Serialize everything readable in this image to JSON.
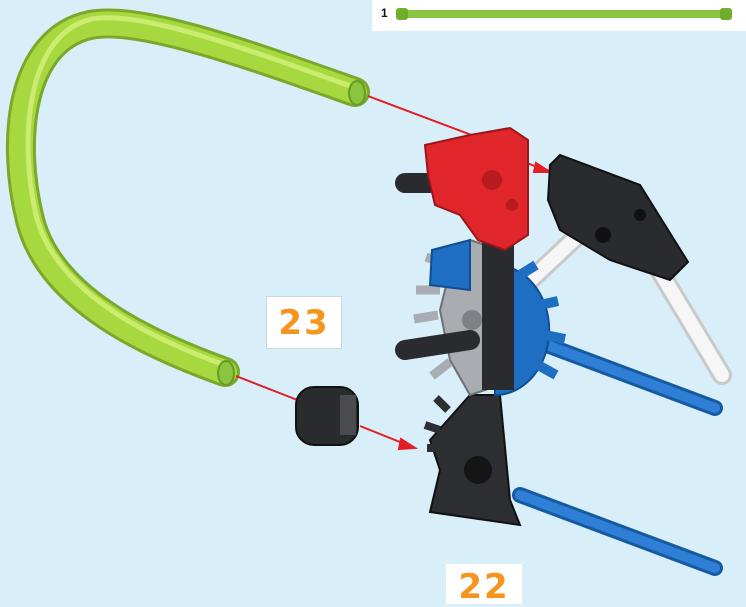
{
  "parts_list": {
    "quantity": "1",
    "part_icon": "green-flexible-rod-icon",
    "rod_color": "#8bc53f"
  },
  "steps": {
    "current": "23",
    "next": "22",
    "number_color": "#f7941d"
  },
  "colors": {
    "background": "#d8eef9",
    "arrow": "#e31e24",
    "flex_rod": "#9bd13a",
    "red_connector": "#e0262b",
    "blue_connector": "#1e6fc4",
    "gray_connector": "#a9acb0",
    "black_connector": "#2a2b2e",
    "white_rod": "#f2f2f2"
  }
}
